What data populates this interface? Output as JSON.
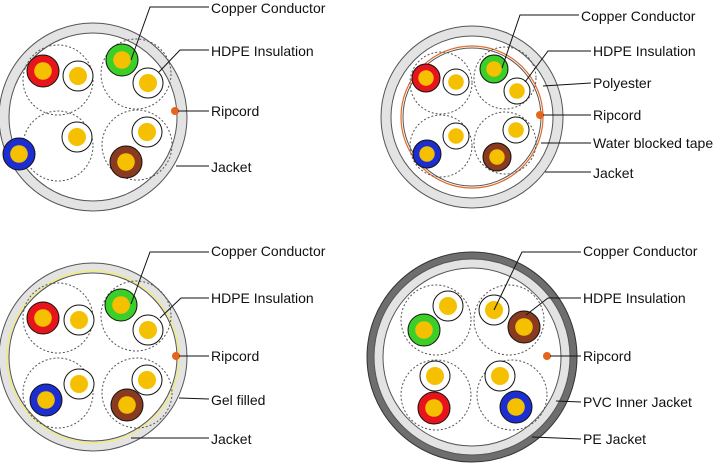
{
  "panels": [
    {
      "id": "top-left",
      "labels": [
        "Copper Conductor",
        "HDPE Insulation",
        "Ripcord",
        "Jacket"
      ]
    },
    {
      "id": "top-right",
      "labels": [
        "Copper Conductor",
        "HDPE Insulation",
        "Polyester",
        "Ripcord",
        "Water blocked tape",
        "Jacket"
      ]
    },
    {
      "id": "bottom-left",
      "labels": [
        "Copper Conductor",
        "HDPE Insulation",
        "Ripcord",
        "Gel filled",
        "Jacket"
      ]
    },
    {
      "id": "bottom-right",
      "labels": [
        "Copper Conductor",
        "HDPE Insulation",
        "Ripcord",
        "PVC Inner Jacket",
        "PE Jacket"
      ]
    }
  ],
  "colors": {
    "copper": "#f5c000",
    "red": "#e8141c",
    "green": "#3ccf2a",
    "blue": "#1c2ed0",
    "brown": "#8a3a1e",
    "ripcord": "#e6641e",
    "jacket_gray": "#e3e3e3",
    "pe_jacket": "#6e6e6e",
    "polyester_line": "#e06a2a",
    "gel_line": "#f2ec7a"
  }
}
